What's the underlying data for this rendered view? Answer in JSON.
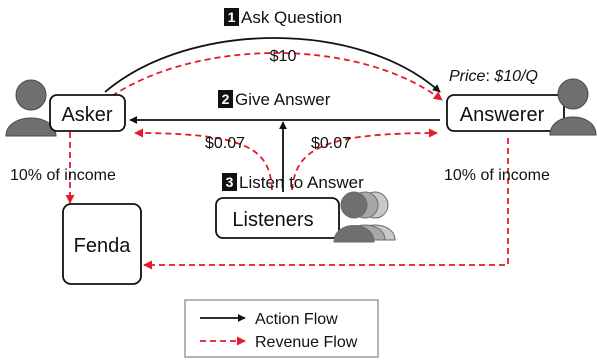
{
  "nodes": {
    "asker": "Asker",
    "answerer": "Answerer",
    "listeners": "Listeners",
    "fenda": "Fenda"
  },
  "steps": [
    {
      "num": "1",
      "label": "Ask Question"
    },
    {
      "num": "2",
      "label": "Give Answer"
    },
    {
      "num": "3",
      "label": "Listen to Answer"
    }
  ],
  "price": {
    "label": "Price",
    "value": "$10/Q"
  },
  "amounts": {
    "question_fee": "$10",
    "listen_fee_asker": "$0.07",
    "listen_fee_answerer": "$0.07"
  },
  "income_share": {
    "asker": "10% of income",
    "answerer": "10% of income"
  },
  "legend": {
    "action": "Action Flow",
    "revenue": "Revenue Flow"
  },
  "colors": {
    "action": "#111111",
    "revenue": "#e8192c",
    "person": "#6f6f6f",
    "legend_border": "#9a9a9a"
  }
}
